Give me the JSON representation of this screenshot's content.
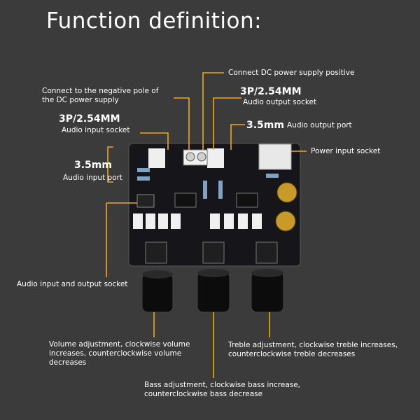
{
  "title": "Function definition:",
  "labels": {
    "dc_positive": "Connect DC power supply positive",
    "dc_negative_1": "Connect to the negative pole of",
    "dc_negative_2": "the DC power supply",
    "out_socket_spec": "3P/2.54MM",
    "out_socket": "Audio output socket",
    "in_socket_spec": "3P/2.54MM",
    "in_socket": "Audio input socket",
    "out_port_spec": "3.5mm",
    "out_port": "Audio output port",
    "power_socket": "Power input socket",
    "in_port_spec": "3.5mm",
    "in_port": "Audio input port",
    "io_socket": "Audio input and output socket",
    "volume_1": "Volume adjustment, clockwise volume",
    "volume_2": "increases, counterclockwise volume",
    "volume_3": "decreases",
    "treble_1": "Treble adjustment, clockwise treble increases,",
    "treble_2": "counterclockwise treble decreases",
    "bass_1": "Bass adjustment, clockwise bass increase,",
    "bass_2": "counterclockwise bass decrease"
  },
  "colors": {
    "leader": "#f5a800",
    "pcb": "#16161a",
    "text": "#ffffff"
  }
}
